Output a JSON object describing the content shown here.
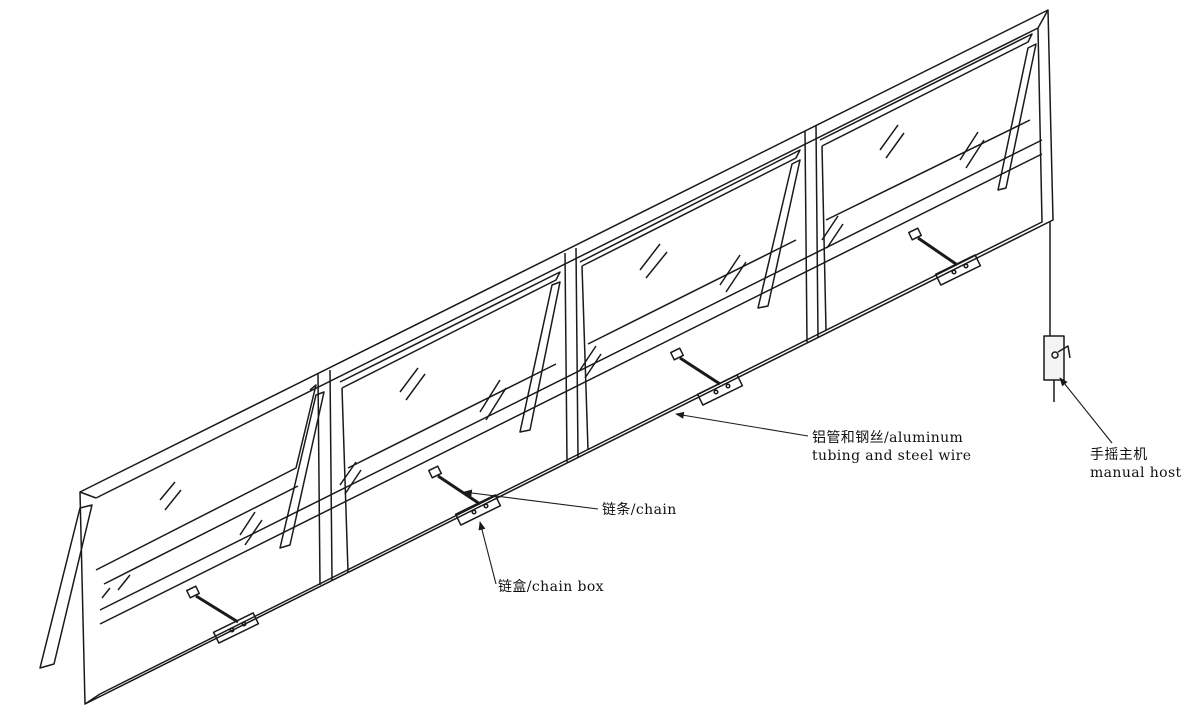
{
  "callouts": {
    "aluminum_tubing": {
      "line1": "铝管和钢丝/aluminum",
      "line2": "tubing and steel wire"
    },
    "chain": {
      "line1": "链条/chain"
    },
    "chain_box": {
      "line1": "链盒/chain box"
    },
    "manual_host": {
      "line1": "手摇主机",
      "line2": "manual host"
    }
  },
  "colors": {
    "line": "#1a1a1a",
    "background": "#ffffff"
  },
  "window_count": 4
}
